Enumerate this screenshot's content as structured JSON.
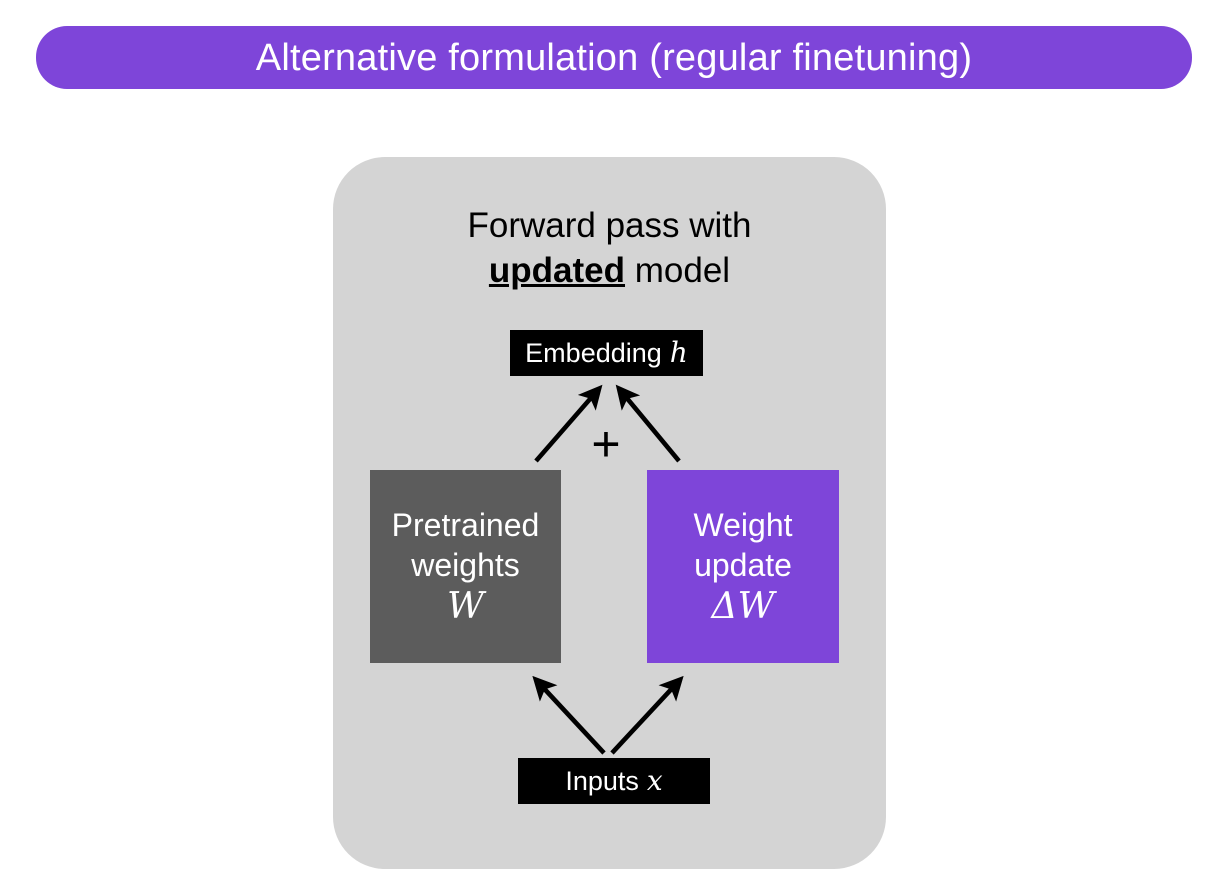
{
  "title": {
    "text": "Alternative formulation (regular finetuning)",
    "background_color": "#7E45D9",
    "text_color": "#FFFFFF"
  },
  "panel": {
    "background_color": "#D4D4D4",
    "heading": {
      "line1": "Forward pass with",
      "emphasis": "updated",
      "line2_suffix": " model"
    }
  },
  "nodes": {
    "embedding": {
      "label": "Embedding",
      "symbol": "h",
      "background_color": "#000000",
      "text_color": "#FFFFFF"
    },
    "pretrained_weights": {
      "line1": "Pretrained",
      "line2": "weights",
      "symbol": "W",
      "background_color": "#5C5C5C",
      "text_color": "#FFFFFF"
    },
    "weight_update": {
      "line1": "Weight",
      "line2": "update",
      "symbol": "ΔW",
      "background_color": "#7E45D9",
      "text_color": "#FFFFFF"
    },
    "inputs": {
      "label": "Inputs",
      "symbol": "x",
      "background_color": "#000000",
      "text_color": "#FFFFFF"
    }
  },
  "operators": {
    "sum": "+"
  },
  "edges": [
    {
      "name": "pretrained-to-embedding",
      "from": "pretrained_weights",
      "to": "embedding"
    },
    {
      "name": "update-to-embedding",
      "from": "weight_update",
      "to": "embedding"
    },
    {
      "name": "inputs-to-pretrained",
      "from": "inputs",
      "to": "pretrained_weights"
    },
    {
      "name": "inputs-to-update",
      "from": "inputs",
      "to": "weight_update"
    }
  ]
}
